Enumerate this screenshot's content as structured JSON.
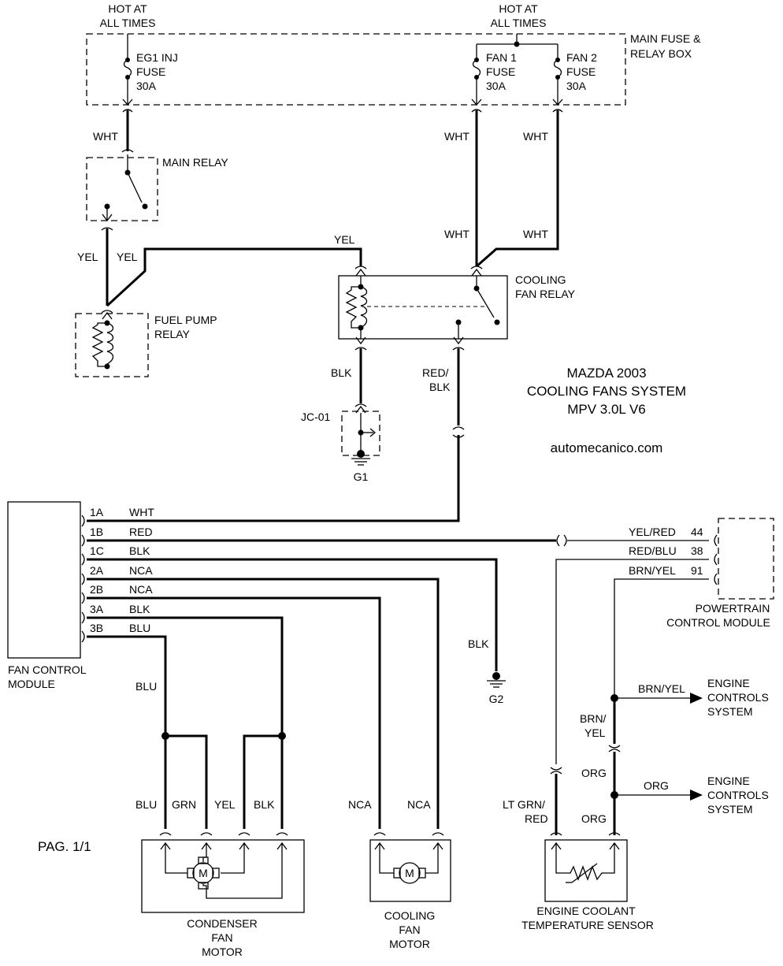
{
  "header": {
    "hot_left": [
      "HOT AT",
      "ALL TIMES"
    ],
    "hot_right": [
      "HOT AT",
      "ALL TIMES"
    ]
  },
  "fuse_box": {
    "label": [
      "MAIN FUSE &",
      "RELAY BOX"
    ],
    "eg1": [
      "EG1 INJ",
      "FUSE",
      "30A"
    ],
    "fan1": [
      "FAN 1",
      "FUSE",
      "30A"
    ],
    "fan2": [
      "FAN 2",
      "FUSE",
      "30A"
    ]
  },
  "relays": {
    "main": "MAIN RELAY",
    "fuel_pump": [
      "FUEL PUMP",
      "RELAY"
    ],
    "cooling_fan": [
      "COOLING",
      "FAN RELAY"
    ]
  },
  "junction": {
    "jc": "JC-01",
    "g1": "G1",
    "g2": "G2"
  },
  "title": {
    "lines": [
      "MAZDA 2003",
      "COOLING FANS SYSTEM",
      "MPV 3.0L V6"
    ],
    "site": "automecanico.com"
  },
  "wires": {
    "wht_main": "WHT",
    "wht_fan1_top": "WHT",
    "wht_fan2_top": "WHT",
    "wht_fan1_bottom": "WHT",
    "wht_fan2_bottom": "WHT",
    "yel_left": "YEL",
    "yel_mid": "YEL",
    "yel_top": "YEL",
    "blk_relay": "BLK",
    "red_blk": [
      "RED/",
      "BLK"
    ],
    "blk_g2": "BLK",
    "blu_left": "BLU",
    "blu_motor": "BLU",
    "grn_motor": "GRN",
    "yel_motor": "YEL",
    "blk_motor": "BLK",
    "nca_1": "NCA",
    "nca_2": "NCA",
    "lt_grn_red": [
      "LT GRN/",
      "RED"
    ],
    "org_top": "ORG",
    "org_right": "ORG",
    "org_bottom": "ORG",
    "brn_yel_branch": "BRN/YEL",
    "brn_yel_vertical": [
      "BRN/",
      "YEL"
    ]
  },
  "fan_control_module": {
    "label": [
      "FAN CONTROL",
      "MODULE"
    ],
    "pins": [
      {
        "pin": "1A",
        "color": "WHT"
      },
      {
        "pin": "1B",
        "color": "RED"
      },
      {
        "pin": "1C",
        "color": "BLK"
      },
      {
        "pin": "2A",
        "color": "NCA"
      },
      {
        "pin": "2B",
        "color": "NCA"
      },
      {
        "pin": "3A",
        "color": "BLK"
      },
      {
        "pin": "3B",
        "color": "BLU"
      }
    ]
  },
  "pcm": {
    "label": [
      "POWERTRAIN",
      "CONTROL MODULE"
    ],
    "pins": [
      {
        "color": "YEL/RED",
        "pin": "44"
      },
      {
        "color": "RED/BLU",
        "pin": "38"
      },
      {
        "color": "BRN/YEL",
        "pin": "91"
      }
    ]
  },
  "engine_controls": [
    "ENGINE",
    "CONTROLS",
    "SYSTEM"
  ],
  "motors": {
    "condenser": [
      "CONDENSER",
      "FAN",
      "MOTOR"
    ],
    "cooling": [
      "COOLING",
      "FAN",
      "MOTOR"
    ],
    "motor_symbol": "M"
  },
  "sensor": [
    "ENGINE COOLANT",
    "TEMPERATURE SENSOR"
  ],
  "page": "PAG. 1/1"
}
